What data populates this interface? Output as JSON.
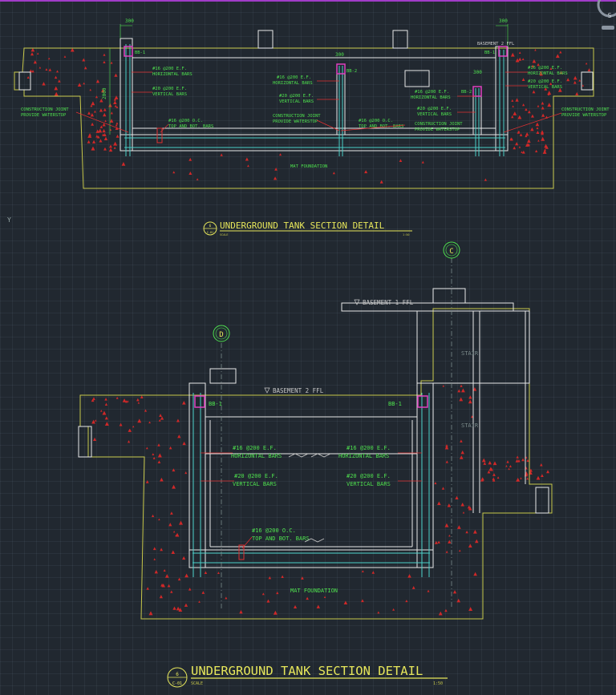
{
  "viewport": {
    "compass_letter": "S",
    "ucs_label": "Y"
  },
  "detail_top": {
    "title": "UNDERGROUND TANK SECTION DETAIL",
    "scale_label": "SCALE",
    "scale_value": "1:50",
    "callout_num": "6",
    "callout_sheet": "C-01",
    "dims": {
      "left": "300",
      "right": "300",
      "mid": "300",
      "mid2": "300",
      "height": "2000"
    },
    "basement_label": "BASEMENT 2 FFL",
    "beam_left": "BB-1",
    "beam_right": "BB-1",
    "beam_mid": "BB-2",
    "beam_mid2": "BB-2",
    "notes": {
      "hz_left_1": "#16 @200 E.F.",
      "hz_left_2": "HORIZONTAL BARS",
      "vt_left_1": "#20 @200 E.F.",
      "vt_left_2": "VERTICAL BARS",
      "tb_1": "#16 @200 O.C.",
      "tb_2": "TOP AND BOT. BARS",
      "hz_mid_1": "#16 @200 E.F.",
      "hz_mid_2": "HORIZONTAL BARS",
      "vt_mid_1": "#20 @200 E.F.",
      "vt_mid_2": "VERTICAL BARS",
      "cj_mid_1": "CONSTRUCTION JOINT",
      "cj_mid_2": "PROVIDE WATERSTOP",
      "tb2_1": "#16 @200 O.C.",
      "tb2_2": "TOP AND BOT. BARS",
      "hz_r_1": "#16 @200 E.F.",
      "hz_r_2": "HORIZONTAL BARS",
      "vt_r_1": "#20 @200 E.F.",
      "vt_r_2": "VERTICAL BARS",
      "cj_r_1": "CONSTRUCTION JOINT",
      "cj_r_2": "PROVIDE WATERSTOP",
      "hz_rr_1": "#16 @200 E.F.",
      "hz_rr_2": "HORIZONTAL BARS",
      "vt_rr_1": "#20 @200 E.F.",
      "vt_rr_2": "VERTICAL BARS",
      "cj_left_1": "CONSTRUCTION JOINT",
      "cj_left_2": "PROVIDE WATERSTOP",
      "cj_right_1": "CONSTRUCTION JOINT",
      "cj_right_2": "PROVIDE WATERSTOP",
      "mat": "MAT FOUNDATION"
    }
  },
  "detail_bottom": {
    "title": "UNDERGROUND TANK SECTION DETAIL",
    "scale_label": "SCALE",
    "scale_value": "1:50",
    "callout_num": "6",
    "callout_sheet": "C-01",
    "grid_d": "D",
    "grid_c": "C",
    "basement1": "BASEMENT 1 FFL",
    "basement2": "BASEMENT 2 FFL",
    "beam_left": "BB-1",
    "beam_right": "BB-1",
    "stair_1": "STAIR",
    "stair_2": "STAIR",
    "notes": {
      "hz_l_1": "#16 @200 E.F.",
      "hz_l_2": "HORIZONTAL BARS",
      "vt_l_1": "#20 @200 E.F.",
      "vt_l_2": "VERTICAL BARS",
      "hz_r_1": "#16 @200 E.F.",
      "hz_r_2": "HORIZONTAL BARS",
      "vt_r_1": "#20 @200 E.F.",
      "vt_r_2": "VERTICAL BARS",
      "tb_1": "#16 @200 O.C.",
      "tb_2": "TOP AND BOT. BARS",
      "mat": "MAT FOUNDATION"
    }
  },
  "colors": {
    "background": "#212830",
    "outline": "#c8c84a",
    "concrete": "#e8e8e8",
    "rebar": "#4ad0c8",
    "text": "#4ee04e",
    "title": "#e6e65a",
    "leader": "#e03030",
    "stipple": "#d02828",
    "beam": "#e040c0",
    "grid_line": "#7a8a8a"
  }
}
